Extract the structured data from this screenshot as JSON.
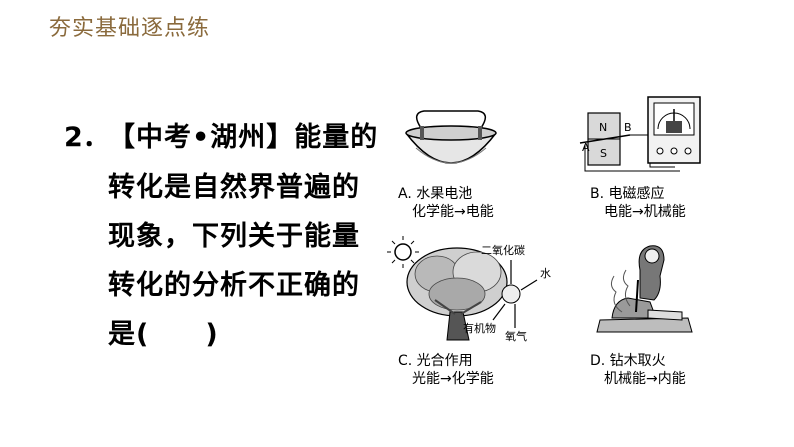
{
  "header": {
    "title": "夯实基础逐点练"
  },
  "question": {
    "number": "2．",
    "lines": [
      "【中考•湖州】能量的",
      "转化是自然界普遍的",
      "现象，下列关于能量",
      "转化的分析不正确的",
      "是(　　)"
    ]
  },
  "options": [
    {
      "label": "A. 水果电池",
      "desc": "化学能→电能"
    },
    {
      "label": "B. 电磁感应",
      "desc": "电能→机械能"
    },
    {
      "label": "C. 光合作用",
      "desc": "光能→化学能"
    },
    {
      "label": "D. 钻木取火",
      "desc": "机械能→内能"
    }
  ],
  "figure_text": {
    "magnet_n": "N",
    "magnet_s": "S",
    "point_a": "A",
    "point_b": "B",
    "co2": "二氧化碳",
    "water": "水",
    "organic": "有机物",
    "oxygen": "氧气"
  }
}
